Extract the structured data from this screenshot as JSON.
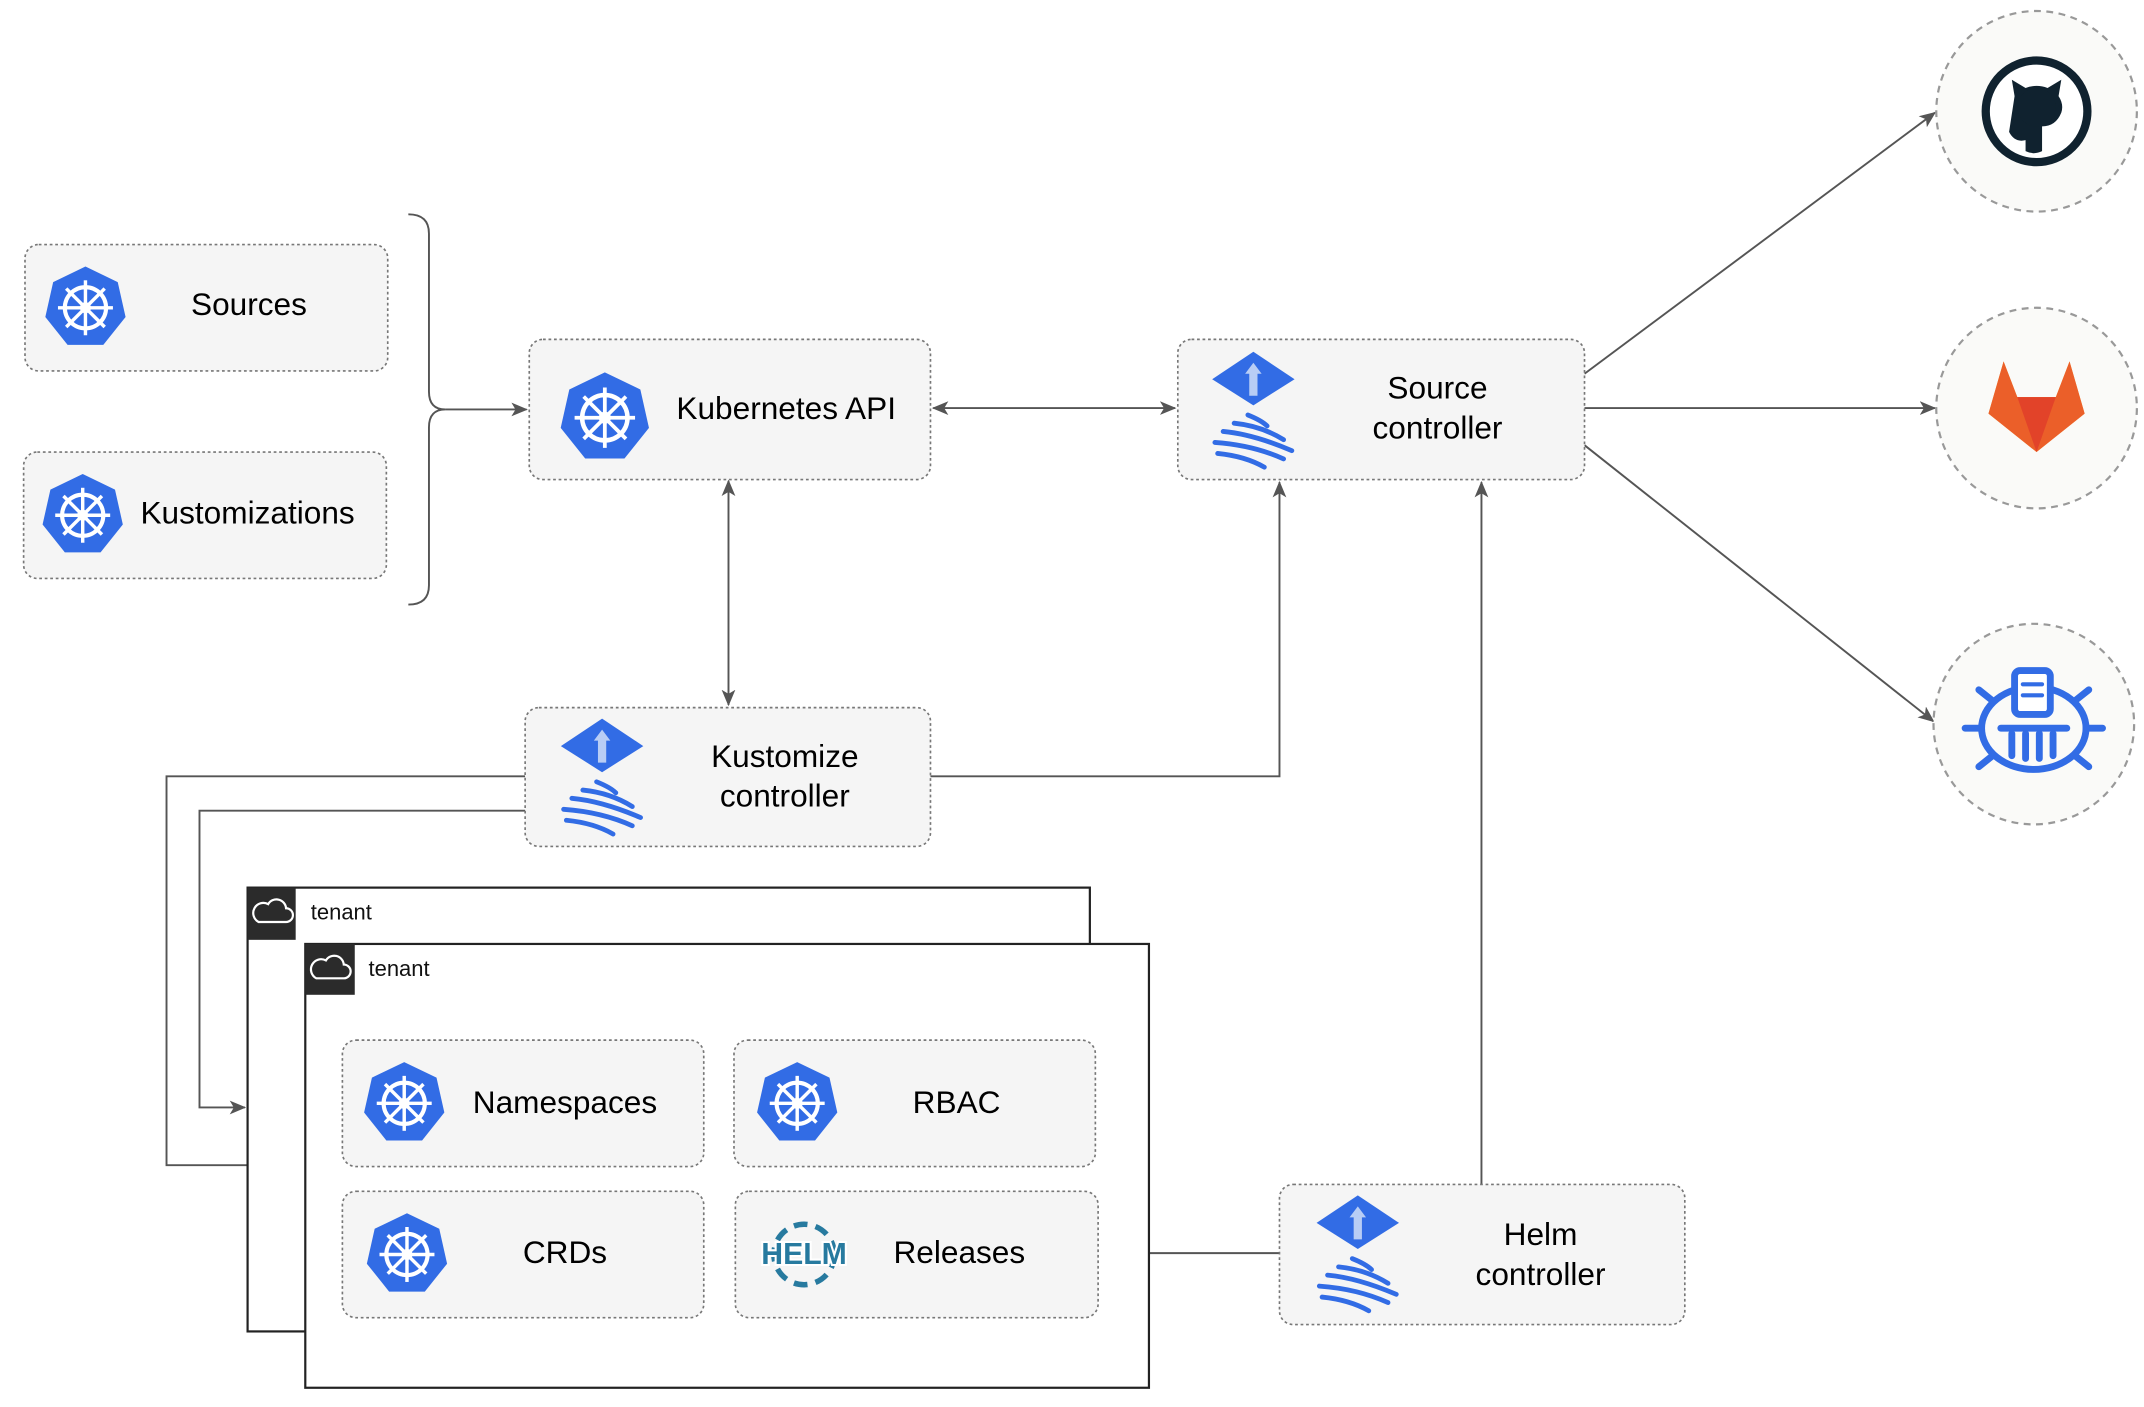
{
  "nodes": {
    "sources": "Sources",
    "kustomizations": "Kustomizations",
    "kubernetes_api": "Kubernetes API",
    "source_controller": [
      "Source",
      "controller"
    ],
    "kustomize_controller": [
      "Kustomize",
      "controller"
    ],
    "helm_controller": [
      "Helm",
      "controller"
    ],
    "namespaces": "Namespaces",
    "rbac": "RBAC",
    "crds": "CRDs",
    "releases": "Releases"
  },
  "tenants": [
    "tenant",
    "tenant"
  ],
  "icons": {
    "kubernetes": "kubernetes-icon",
    "flux": "flux-icon",
    "helm": "helm-icon",
    "helm_text": "HELM",
    "github": "github-icon",
    "gitlab": "gitlab-icon",
    "bucket": "bucket-icon",
    "cloud": "cloud-icon"
  },
  "colors": {
    "k8s_blue": "#326ce5",
    "edge": "#555555",
    "helm_blue": "#277a9f",
    "github": "#10222f",
    "gitlab_red": "#e8542a",
    "gitlab_orange": "#fca326"
  }
}
